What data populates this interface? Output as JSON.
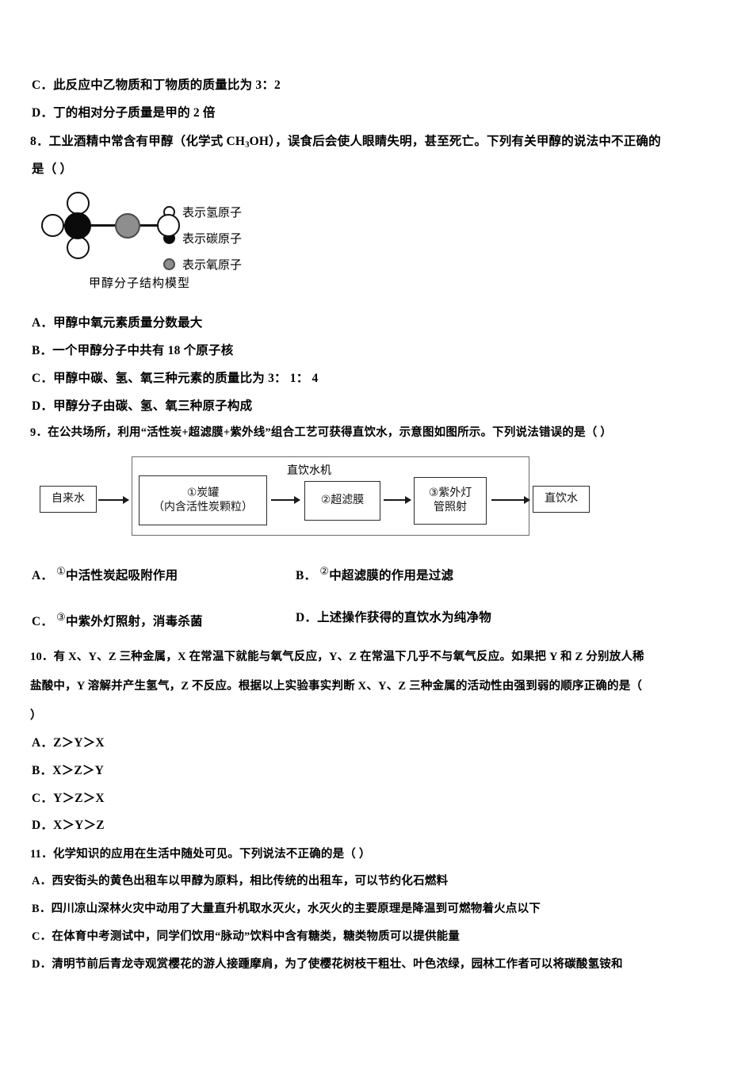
{
  "document": {
    "type": "chemistry-exam-page",
    "language": "zh-CN"
  },
  "q7_tail_options": [
    {
      "label": "C．",
      "text": "此反应中乙物质和丁物质的质量比为 3：2"
    },
    {
      "label": "D．",
      "text": "丁的相对分子质量是甲的 2 倍"
    }
  ],
  "q8": {
    "number": "8．",
    "stem_line1_a": "工业酒精中常含有甲醇（化学式 CH",
    "stem_line1_sub": "3",
    "stem_line1_b": "OH），误食后会使人眼睛失明，甚至死亡。下列有关甲醇的说法中不正确的",
    "stem_line2": "是（      ）",
    "figure": {
      "caption": "甲醇分子结构模型",
      "legend": [
        {
          "kind": "hydrogen",
          "text": "表示氢原子",
          "color": "#ffffff"
        },
        {
          "kind": "carbon",
          "text": "表示碳原子",
          "color": "#0b0b0b"
        },
        {
          "kind": "oxygen",
          "text": "表示氧原子",
          "color": "#8e8e8e"
        }
      ]
    },
    "options": [
      {
        "label": "A．",
        "text": "甲醇中氧元素质量分数最大"
      },
      {
        "label": "B．",
        "text": "一个甲醇分子中共有 18 个原子核"
      },
      {
        "label": "C．",
        "text": "甲醇中碳、氢、氧三种元素的质量比为 3： 1： 4"
      },
      {
        "label": "D．",
        "text": "甲醇分子由碳、氢、氧三种原子构成"
      }
    ]
  },
  "q9": {
    "number": "9．",
    "stem": "在公共场所，利用“活性炭+超滤膜+紫外线”组合工艺可获得直饮水，示意图如图所示。下列说法错误的是（      ）",
    "figure": {
      "machine_title": "直饮水机",
      "input_box": "自来水",
      "output_box": "直饮水",
      "steps": [
        {
          "id": "step-1",
          "line1": "①炭罐",
          "line2": "（内含活性炭颗粒）"
        },
        {
          "id": "step-2",
          "line1": "②超滤膜",
          "line2": ""
        },
        {
          "id": "step-3",
          "line1": "③紫外灯",
          "line2": "管照射"
        }
      ]
    },
    "options": [
      {
        "label": "A．",
        "mark": "①",
        "text": "中活性炭起吸附作用"
      },
      {
        "label": "B．",
        "mark": "②",
        "text": "中超滤膜的作用是过滤"
      },
      {
        "label": "C．",
        "mark": "③",
        "text": "中紫外灯照射，消毒杀菌"
      },
      {
        "label": "D．",
        "mark": "",
        "text": "上述操作获得的直饮水为纯净物"
      }
    ]
  },
  "q10": {
    "number": "10．",
    "stem_line1": "有 X、Y、Z 三种金属，X 在常温下就能与氧气反应，Y、Z 在常温下几乎不与氧气反应。如果把 Y 和 Z 分别放人稀",
    "stem_line2": "盐酸中，Y 溶解并产生氢气，Z 不反应。根据以上实验事实判断 X、Y、Z 三种金属的活动性由强到弱的顺序正确的是（",
    "stem_line3": "）",
    "options": [
      {
        "label": "A．",
        "text": "Z＞Y＞X"
      },
      {
        "label": "B．",
        "text": "X＞Z＞Y"
      },
      {
        "label": "C．",
        "text": "Y＞Z＞X"
      },
      {
        "label": "D．",
        "text": "X＞Y＞Z"
      }
    ]
  },
  "q11": {
    "number": "11．",
    "stem": "化学知识的应用在生活中随处可见。下列说法不正确的是（  ）",
    "options": [
      {
        "label": "A．",
        "text": "西安街头的黄色出租车以甲醇为原料，相比传统的出租车，可以节约化石燃料"
      },
      {
        "label": "B．",
        "text": "四川凉山深林火灾中动用了大量直升机取水灭火，水灭火的主要原理是降温到可燃物着火点以下"
      },
      {
        "label": "C．",
        "text": "在体育中考测试中，同学们饮用“脉动”饮料中含有糖类，糖类物质可以提供能量"
      },
      {
        "label": "D．",
        "text": "清明节前后青龙寺观赏樱花的游人接踵摩肩，为了使樱花树枝干粗壮、叶色浓绿，园林工作者可以将碳酸氢铵和"
      }
    ]
  }
}
